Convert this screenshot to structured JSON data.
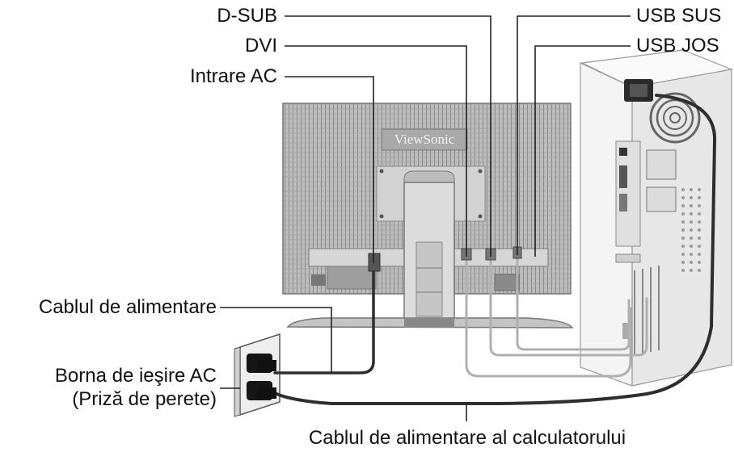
{
  "labels": {
    "d_sub": "D-SUB",
    "dvi": "DVI",
    "intrare_ac": "Intrare AC",
    "usb_sus": "USB SUS",
    "usb_jos": "USB JOS",
    "cablul_alimentare": "Cablul de alimentare",
    "borna_line1": "Borna de ieşire AC",
    "borna_line2": "(Priză de perete)",
    "cablu_calculator": "Cablul de alimentare al calculatorului"
  },
  "monitor": {
    "brand": "ViewSonic"
  },
  "colors": {
    "cable_dark": "#2e2e2e",
    "cable_light": "#b0b0b0",
    "leader": "#222222",
    "panel": "#c8c8c8",
    "pc_body": "#eeeeee"
  }
}
